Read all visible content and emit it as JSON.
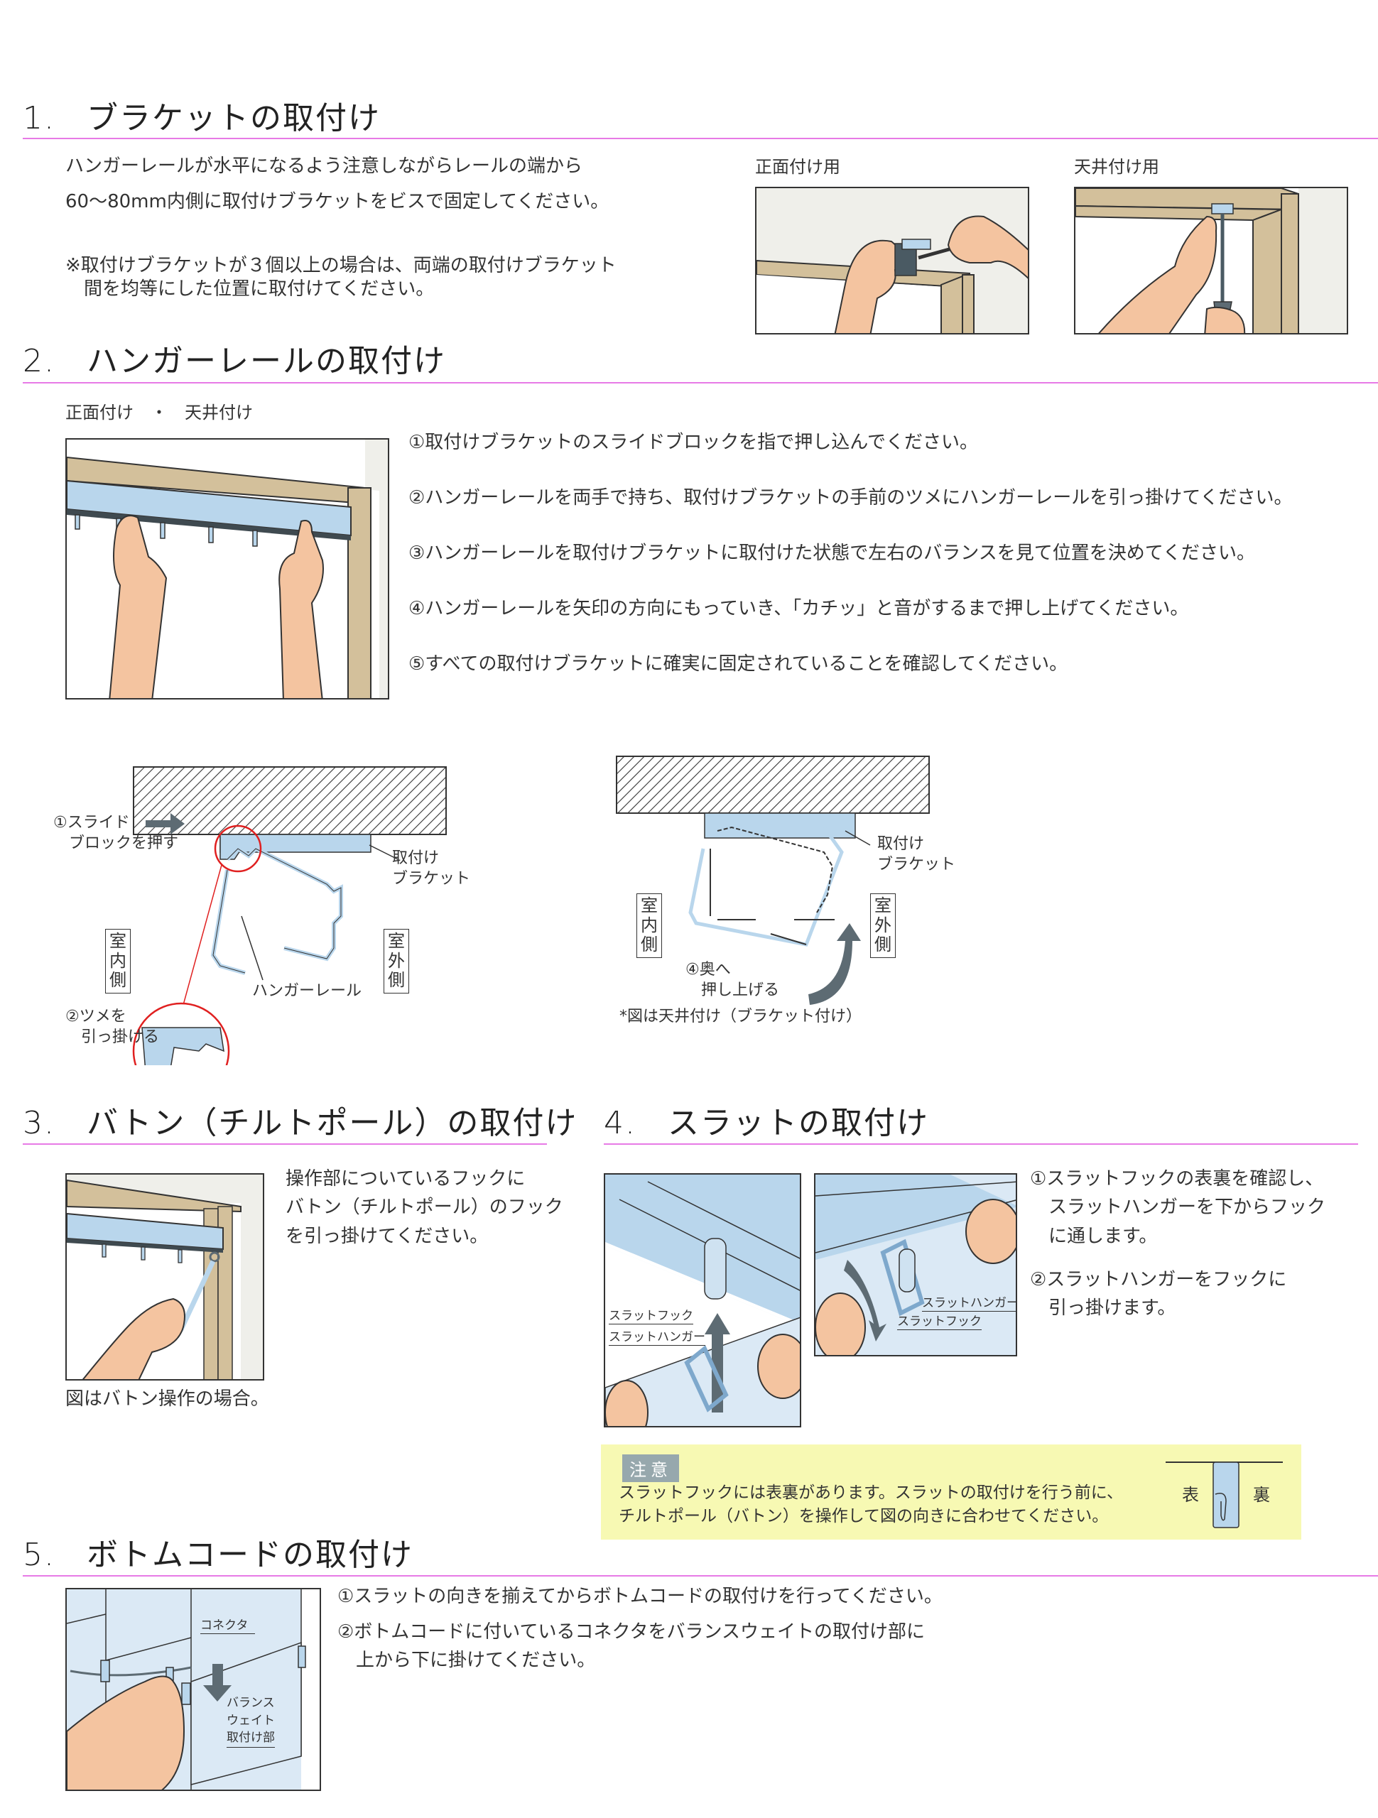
{
  "colors": {
    "heading_rule": "#e77ae6",
    "wall": "#efefea",
    "wood": "#d3c09b",
    "skin": "#f4c4a0",
    "rail_blue": "#b9d6ec",
    "caution_bg": "#f7f9b3",
    "caution_badge": "#97a8ad",
    "arrow": "#5d6b73",
    "highlight_circle": "#e02020"
  },
  "section1": {
    "number": "1.",
    "title": "ブラケットの取付け",
    "para_lines": [
      "ハンガーレールが水平になるよう注意しながらレールの端から",
      "60～80mm内側に取付けブラケットをビスで固定してください。"
    ],
    "note_lines": [
      "※取付けブラケットが３個以上の場合は、両端の取付けブラケット",
      "　間を均等にした位置に取付けてください。"
    ],
    "figures": [
      {
        "caption": "正面付け用",
        "icon": "hands-fixing-bracket-front-illustration"
      },
      {
        "caption": "天井付け用",
        "icon": "screwdriver-ceiling-bracket-illustration"
      }
    ]
  },
  "section2": {
    "number": "2.",
    "title": "ハンガーレールの取付け",
    "subtitle": "正面付け　・　天井付け",
    "steps": [
      "①取付けブラケットのスライドブロックを指で押し込んでください。",
      "②ハンガーレールを両手で持ち、取付けブラケットの手前のツメにハンガーレールを引っ掛けてください。",
      "③ハンガーレールを取付けブラケットに取付けた状態で左右のバランスを見て位置を決めてください。",
      "④ハンガーレールを矢印の方向にもっていき、「カチッ」と音がするまで押し上げてください。",
      "⑤すべての取付けブラケットに確実に固定されていることを確認してください。"
    ],
    "diagram_left": {
      "slide_label_lines": [
        "①スライド",
        "　ブロックを押す"
      ],
      "bracket_label_lines": [
        "取付け",
        "ブラケット"
      ],
      "indoor": "室内側",
      "outdoor": "室外側",
      "rail_label": "ハンガーレール",
      "claw_label_lines": [
        "②ツメを",
        "　引っ掛ける"
      ]
    },
    "diagram_right": {
      "bracket_label_lines": [
        "取付け",
        "ブラケット"
      ],
      "indoor": "室内側",
      "outdoor": "室外側",
      "push_label_lines": [
        "④奥へ",
        "　押し上げる"
      ],
      "footnote": "*図は天井付け（ブラケット付け）"
    }
  },
  "section3": {
    "number": "3.",
    "title": "バトン（チルトポール）の取付け",
    "text_lines": [
      "操作部についているフックに",
      "バトン（チルトポール）のフック",
      "を引っ掛けてください。"
    ],
    "caption": "図はバトン操作の場合。"
  },
  "section4": {
    "number": "4.",
    "title": "スラットの取付け",
    "fig_a_labels": {
      "hook": "スラットフック",
      "hanger": "スラットハンガー"
    },
    "fig_b_labels": {
      "hanger": "スラットハンガー",
      "hook": "スラットフック"
    },
    "steps": [
      [
        "①スラットフックの表裏を確認し、",
        "　スラットハンガーを下からフック",
        "　に通します。"
      ],
      [
        "②スラットハンガーをフックに",
        "　引っ掛けます。"
      ]
    ],
    "caution": {
      "badge": "注意",
      "lines": [
        "スラットフックには表裏があります。スラットの取付けを行う前に、",
        "チルトポール（バトン）を操作して図の向きに合わせてください。"
      ],
      "front": "表",
      "back": "裏"
    }
  },
  "section5": {
    "number": "5.",
    "title": "ボトムコードの取付け",
    "labels": {
      "connector": "コネクタ",
      "weight_lines": [
        "バランス",
        "ウェイト",
        "取付け部"
      ]
    },
    "steps": [
      [
        "①スラットの向きを揃えてからボトムコードの取付けを行ってください。"
      ],
      [
        "②ボトムコードに付いているコネクタをバランスウェイトの取付け部に",
        "　上から下に掛けてください。"
      ]
    ]
  }
}
